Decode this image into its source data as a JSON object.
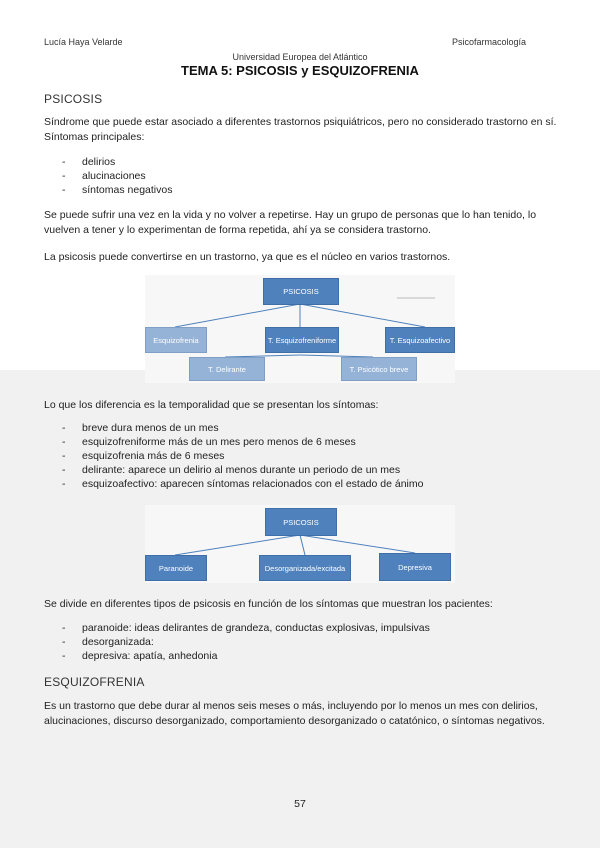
{
  "header": {
    "author": "Lucía Haya Velarde",
    "subject": "Psicofarmacología",
    "university": "Universidad Europea del Atlántico",
    "title": "TEMA 5: PSICOSIS y ESQUIZOFRENIA"
  },
  "sections": {
    "psicosis": {
      "heading": "PSICOSIS",
      "intro": "Síndrome que puede estar asociado a diferentes trastornos psiquiátricos, pero no considerado trastorno en sí. Síntomas principales:",
      "symptoms": [
        "delirios",
        "alucinaciones",
        "síntomas negativos"
      ],
      "p2": "Se puede sufrir una vez en la vida y no volver a repetirse. Hay un grupo de personas que lo han tenido, lo vuelven a tener y lo experimentan de forma repetida, ahí ya se considera trastorno.",
      "p3": "La psicosis puede convertirse en un trastorno, ya que es el núcleo en varios trastornos.",
      "p4": "Lo que los diferencia es la temporalidad que se presentan los síntomas:",
      "temporal": [
        "breve dura menos de un mes",
        "esquizofreniforme más de un mes pero menos de 6 meses",
        "esquizofrenia más de 6 meses",
        "delirante: aparece un delirio al menos durante un periodo de un mes",
        "esquizoafectivo: aparecen síntomas relacionados con el estado de ánimo"
      ],
      "p5": "Se divide en diferentes tipos de psicosis en función de los síntomas que muestran los pacientes:",
      "types": [
        "paranoide: ideas delirantes de grandeza, conductas explosivas, impulsivas",
        "desorganizada:",
        "depresiva: apatía, anhedonia"
      ]
    },
    "esquizofrenia": {
      "heading": "ESQUIZOFRENIA",
      "p1": "Es un trastorno que debe durar al menos seis meses o más, incluyendo por lo menos un mes con delirios, alucinaciones, discurso desorganizado, comportamiento desorganizado o catatónico, o síntomas negativos."
    }
  },
  "diagram1": {
    "root": "PSICOSIS",
    "nodes": [
      "Esquizofrenia",
      "T. Esquizofreniforme",
      "T. Esquizoafectivo",
      "T. Delirante",
      "T. Psicótico breve"
    ]
  },
  "diagram2": {
    "root": "PSICOSIS",
    "nodes": [
      "Paranoide",
      "Desorganizada/excitada",
      "Depresiva"
    ]
  },
  "footer": {
    "page_number": "57"
  },
  "colors": {
    "box_dark": "#4f81bd",
    "box_light": "#95b3d7",
    "connector": "#4f81bd"
  }
}
